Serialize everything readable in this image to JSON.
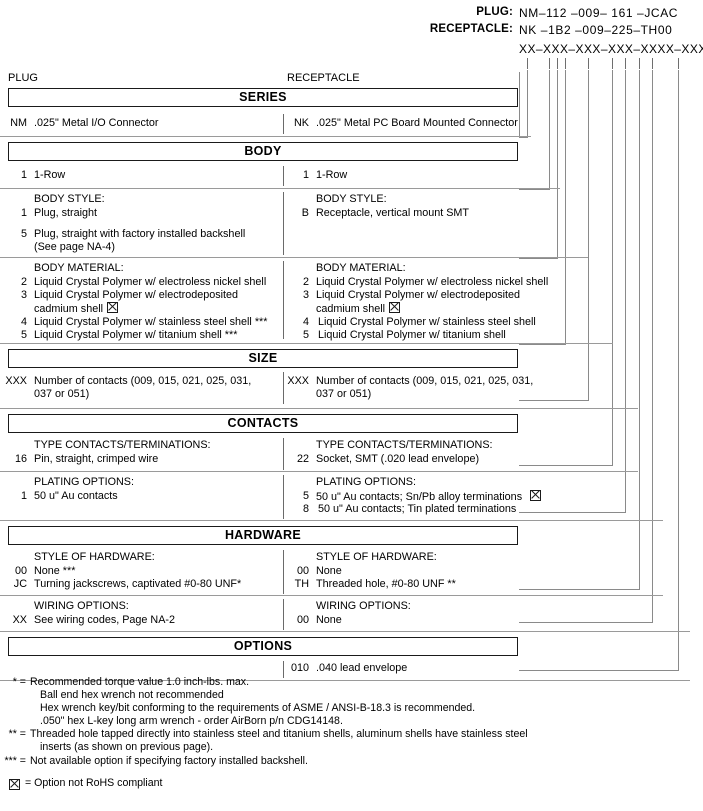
{
  "part_numbers": {
    "plug_label": "PLUG:",
    "plug_value": "NM–112 –009– 161 –JCAC",
    "receptacle_label": "RECEPTACLE:",
    "receptacle_value": "NK –1B2 –009–225–TH00",
    "mask_value": "XX–XXX–XXX–XXX–XXXX–XXX"
  },
  "columns": {
    "plug": "PLUG",
    "receptacle": "RECEPTACLE"
  },
  "sections": [
    {
      "title": "SERIES",
      "rows": [
        {
          "plug_code": "NM",
          "plug_text": ".025\" Metal I/O Connector",
          "recep_code": "NK",
          "recep_text": ".025\" Metal PC Board Mounted Connector"
        }
      ]
    },
    {
      "title": "BODY",
      "rows": [
        {
          "plug_code": "1",
          "plug_text": "1-Row",
          "recep_code": "1",
          "recep_text": "1-Row"
        }
      ]
    },
    {
      "title": null,
      "subhead_plug": "BODY STYLE:",
      "subhead_recep": "BODY STYLE:",
      "rows": [
        {
          "plug_code": "1",
          "plug_text": "Plug, straight",
          "recep_code": "B",
          "recep_text": "Receptacle, vertical mount SMT"
        },
        {
          "plug_code": "5",
          "plug_text": "Plug, straight with factory installed backshell",
          "plug_text2": "(See page NA-4)",
          "recep_code": "",
          "recep_text": ""
        }
      ]
    },
    {
      "title": null,
      "subhead_plug": "BODY MATERIAL:",
      "subhead_recep": "BODY MATERIAL:",
      "rows": [
        {
          "plug_code": "2",
          "plug_text": "Liquid Crystal Polymer w/ electroless nickel shell",
          "recep_code": "2",
          "recep_text": "Liquid Crystal Polymer w/ electroless nickel shell"
        },
        {
          "plug_code": "3",
          "plug_text": "Liquid Crystal Polymer w/ electrodeposited",
          "plug_text2": "cadmium shell",
          "plug_rohs2": true,
          "recep_code": "3",
          "recep_text": "Liquid Crystal Polymer w/ electrodeposited",
          "recep_text2": "cadmium shell",
          "recep_rohs2": true
        },
        {
          "plug_code": "4",
          "plug_text": "Liquid Crystal Polymer w/ stainless steel shell ***",
          "recep_code": "4",
          "recep_text": "Liquid Crystal Polymer w/ stainless steel shell"
        },
        {
          "plug_code": "5",
          "plug_text": "Liquid Crystal Polymer w/ titanium shell ***",
          "recep_code": "5",
          "recep_text": "Liquid Crystal Polymer w/ titanium shell"
        }
      ]
    },
    {
      "title": "SIZE",
      "rows": [
        {
          "plug_code": "XXX",
          "plug_text": "Number of contacts (009, 015, 021, 025, 031,",
          "plug_text2": "037 or 051)",
          "recep_code": "XXX",
          "recep_text": "Number of contacts (009, 015, 021, 025, 031,",
          "recep_text2": "037 or 051)"
        }
      ]
    },
    {
      "title": "CONTACTS",
      "subhead_plug": "TYPE CONTACTS/TERMINATIONS:",
      "subhead_recep": "TYPE CONTACTS/TERMINATIONS:",
      "rows": [
        {
          "plug_code": "16",
          "plug_text": "Pin, straight, crimped wire",
          "recep_code": "22",
          "recep_text": "Socket, SMT (.020 lead envelope)"
        }
      ]
    },
    {
      "title": null,
      "subhead_plug": "PLATING OPTIONS:",
      "subhead_recep": "PLATING OPTIONS:",
      "rows": [
        {
          "plug_code": "1",
          "plug_text": "50 u\" Au contacts",
          "recep_code": "5",
          "recep_text": "50 u\" Au contacts; Sn/Pb alloy terminations",
          "recep_rohs": true
        },
        {
          "plug_code": "",
          "plug_text": "",
          "recep_code": "8",
          "recep_text": "50 u\" Au contacts; Tin plated terminations"
        }
      ]
    },
    {
      "title": "HARDWARE",
      "subhead_plug": "STYLE OF HARDWARE:",
      "subhead_recep": "STYLE OF HARDWARE:",
      "rows": [
        {
          "plug_code": "00",
          "plug_text": "None  ***",
          "recep_code": "00",
          "recep_text": "None"
        },
        {
          "plug_code": "JC",
          "plug_text": "Turning jackscrews, captivated #0-80 UNF*",
          "recep_code": "TH",
          "recep_text": "Threaded hole, #0-80 UNF  **"
        }
      ]
    },
    {
      "title": null,
      "subhead_plug": "WIRING OPTIONS:",
      "subhead_recep": "WIRING OPTIONS:",
      "rows": [
        {
          "plug_code": "XX",
          "plug_text": "See wiring codes, Page NA-2",
          "recep_code": "00",
          "recep_text": "None"
        }
      ]
    },
    {
      "title": "OPTIONS",
      "rows": [
        {
          "plug_code": "",
          "plug_text": "",
          "recep_code": "010",
          "recep_text": ".040 lead envelope"
        }
      ]
    }
  ],
  "footnotes": {
    "n1_mark": "* =",
    "n1_l1": "Recommended torque value 1.0 inch-lbs. max.",
    "n1_l2": "Ball end hex wrench not recommended",
    "n1_l3": "Hex wrench key/bit conforming to the requirements of ASME / ANSI-B-18.3 is recommended.",
    "n1_l4": ".050\" hex L-key long arm wrench - order AirBorn p/n CDG14148.",
    "n2_mark": "** =",
    "n2_l1": "Threaded hole tapped directly into stainless steel and titanium shells, aluminum shells have stainless steel",
    "n2_l2": "inserts (as shown on previous page).",
    "n3_mark": "*** =",
    "n3_l1": "Not available option if specifying factory installed backshell.",
    "n4_text": "= Option not RoHS compliant"
  },
  "colors": {
    "ink": "#1a1a1a",
    "rule": "#9a9a9a",
    "leader": "#8a8a8a"
  }
}
